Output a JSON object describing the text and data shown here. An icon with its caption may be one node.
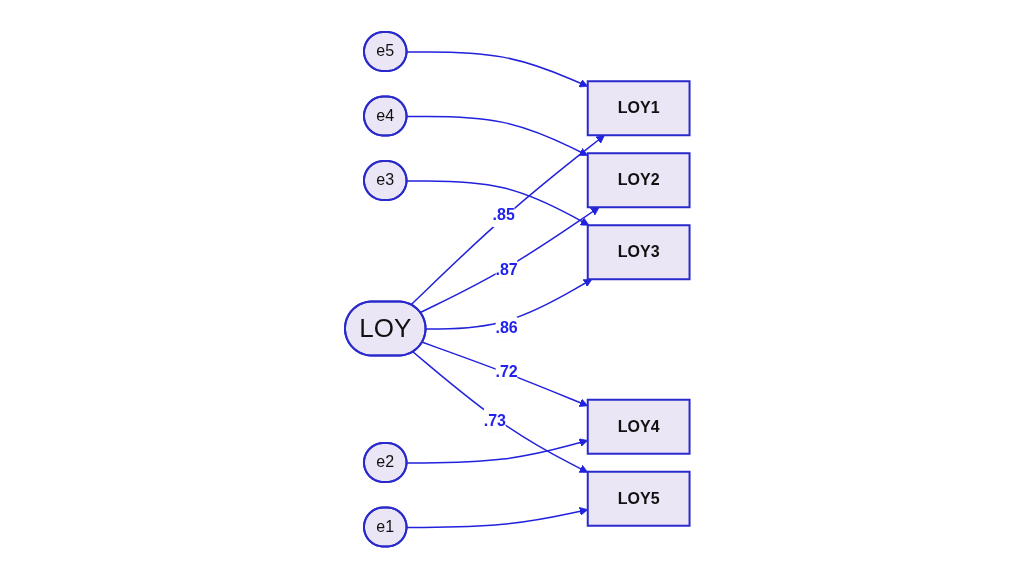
{
  "diagram": {
    "nodes": [
      {
        "text": [
          "e5"
        ]
      },
      {
        "text": [
          "e4"
        ]
      },
      {
        "text": [
          "e3"
        ]
      },
      {
        "text": [
          "e2"
        ]
      },
      {
        "text": [
          "e1"
        ]
      },
      {
        "text": [
          "LOY1"
        ]
      },
      {
        "text": [
          "LOY2"
        ]
      },
      {
        "text": [
          "LOY3"
        ]
      },
      {
        "text": [
          "LOY4"
        ]
      },
      {
        "text": [
          "LOY5"
        ]
      },
      {
        "text": [
          "LOY"
        ]
      }
    ],
    "edges": [
      {
        "from": 0,
        "to": 5,
        "arrow": "to"
      },
      {
        "from": 1,
        "to": 6,
        "arrow": "to"
      },
      {
        "from": 2,
        "to": 7,
        "arrow": "to"
      },
      {
        "from": 3,
        "to": 8,
        "arrow": "to"
      },
      {
        "from": 4,
        "to": 9,
        "arrow": "to"
      },
      {
        "from": 10,
        "to": 5,
        "arrow": "to",
        "label": ".85"
      },
      {
        "from": 10,
        "to": 6,
        "arrow": "to",
        "label": ".87"
      },
      {
        "from": 10,
        "to": 7,
        "arrow": "to",
        "label": ".86"
      },
      {
        "from": 10,
        "to": 8,
        "arrow": "to",
        "label": ".72"
      },
      {
        "from": 10,
        "to": 9,
        "arrow": "to",
        "label": ".73"
      }
    ]
  }
}
